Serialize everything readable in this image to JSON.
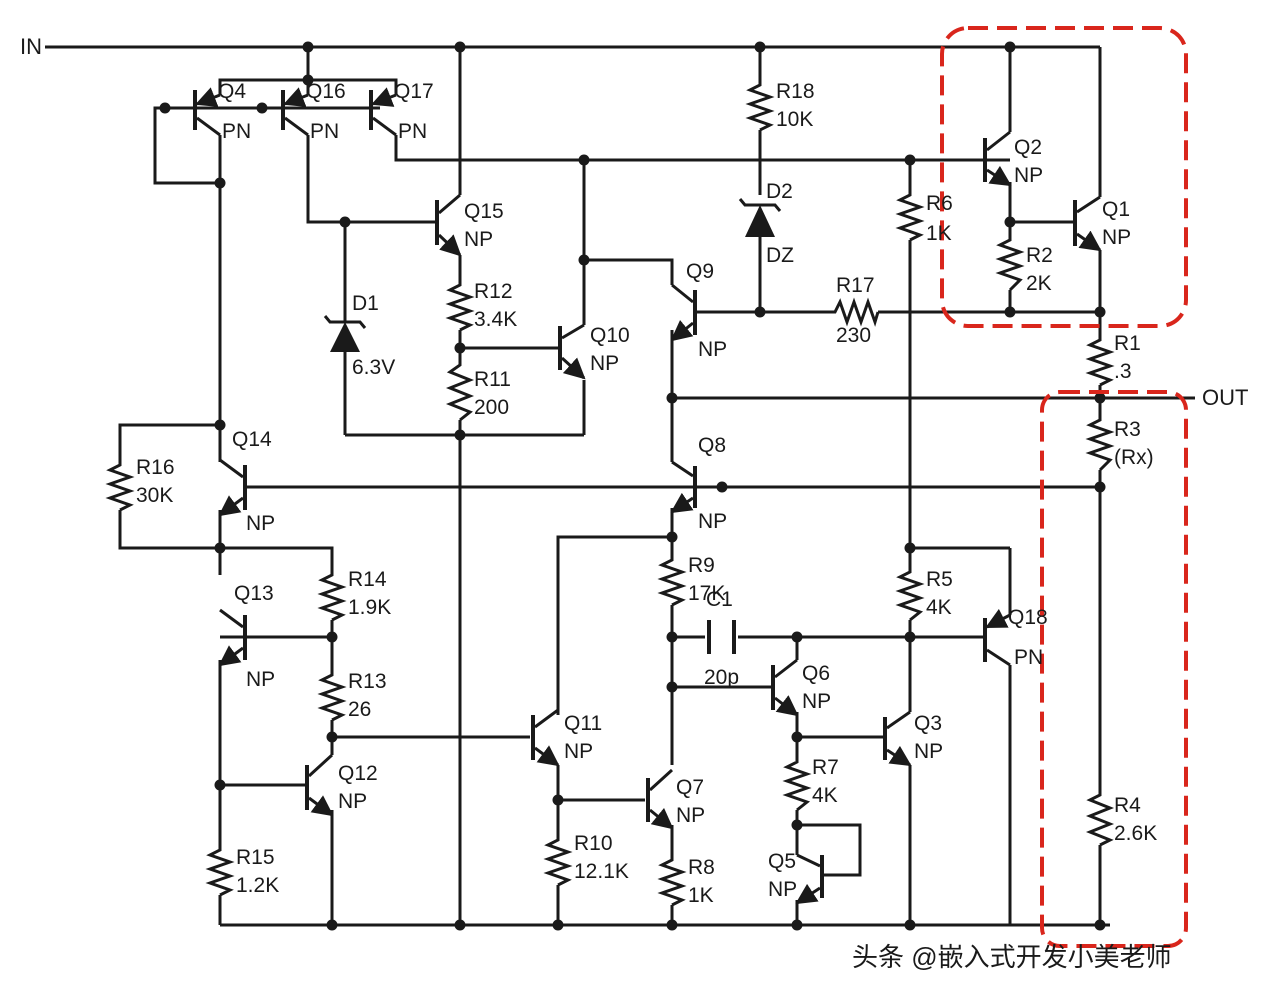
{
  "ports": {
    "in": "IN",
    "out": "OUT"
  },
  "components": {
    "Q4": {
      "name": "Q4",
      "type": "PN"
    },
    "Q16": {
      "name": "Q16",
      "type": "PN"
    },
    "Q17": {
      "name": "Q17",
      "type": "PN"
    },
    "Q15": {
      "name": "Q15",
      "type": "NP"
    },
    "Q2": {
      "name": "Q2",
      "type": "NP"
    },
    "Q1": {
      "name": "Q1",
      "type": "NP"
    },
    "Q9": {
      "name": "Q9",
      "type": "NP"
    },
    "Q10": {
      "name": "Q10",
      "type": "NP"
    },
    "Q14": {
      "name": "Q14",
      "type": "NP"
    },
    "Q8": {
      "name": "Q8",
      "type": "NP"
    },
    "Q13": {
      "name": "Q13",
      "type": "NP"
    },
    "Q12": {
      "name": "Q12",
      "type": "NP"
    },
    "Q11": {
      "name": "Q11",
      "type": "NP"
    },
    "Q7": {
      "name": "Q7",
      "type": "NP"
    },
    "Q6": {
      "name": "Q6",
      "type": "NP"
    },
    "Q5": {
      "name": "Q5",
      "type": "NP"
    },
    "Q3": {
      "name": "Q3",
      "type": "NP"
    },
    "Q18": {
      "name": "Q18",
      "type": "PN"
    },
    "R18": {
      "name": "R18",
      "value": "10K"
    },
    "R6": {
      "name": "R6",
      "value": "1K"
    },
    "R2": {
      "name": "R2",
      "value": "2K"
    },
    "R17": {
      "name": "R17",
      "value": "230"
    },
    "R1": {
      "name": "R1",
      "value": ".3"
    },
    "R3": {
      "name": "R3",
      "value": "(Rx)"
    },
    "R4": {
      "name": "R4",
      "value": "2.6K"
    },
    "R12": {
      "name": "R12",
      "value": "3.4K"
    },
    "R11": {
      "name": "R11",
      "value": "200"
    },
    "R16": {
      "name": "R16",
      "value": "30K"
    },
    "R14": {
      "name": "R14",
      "value": "1.9K"
    },
    "R13": {
      "name": "R13",
      "value": "26"
    },
    "R15": {
      "name": "R15",
      "value": "1.2K"
    },
    "R9": {
      "name": "R9",
      "value": "17K"
    },
    "R10": {
      "name": "R10",
      "value": "12.1K"
    },
    "R8": {
      "name": "R8",
      "value": "1K"
    },
    "R7": {
      "name": "R7",
      "value": "4K"
    },
    "R5": {
      "name": "R5",
      "value": "4K"
    },
    "C1": {
      "name": "C1",
      "value": "20p"
    },
    "D1": {
      "name": "D1",
      "value": "6.3V"
    },
    "D2": {
      "name": "D2",
      "value": "DZ"
    }
  },
  "watermark": "头条 @嵌入式开发小美老师",
  "colors": {
    "wire": "#1a1a1a",
    "highlight": "#d9261c",
    "background": "#ffffff"
  }
}
